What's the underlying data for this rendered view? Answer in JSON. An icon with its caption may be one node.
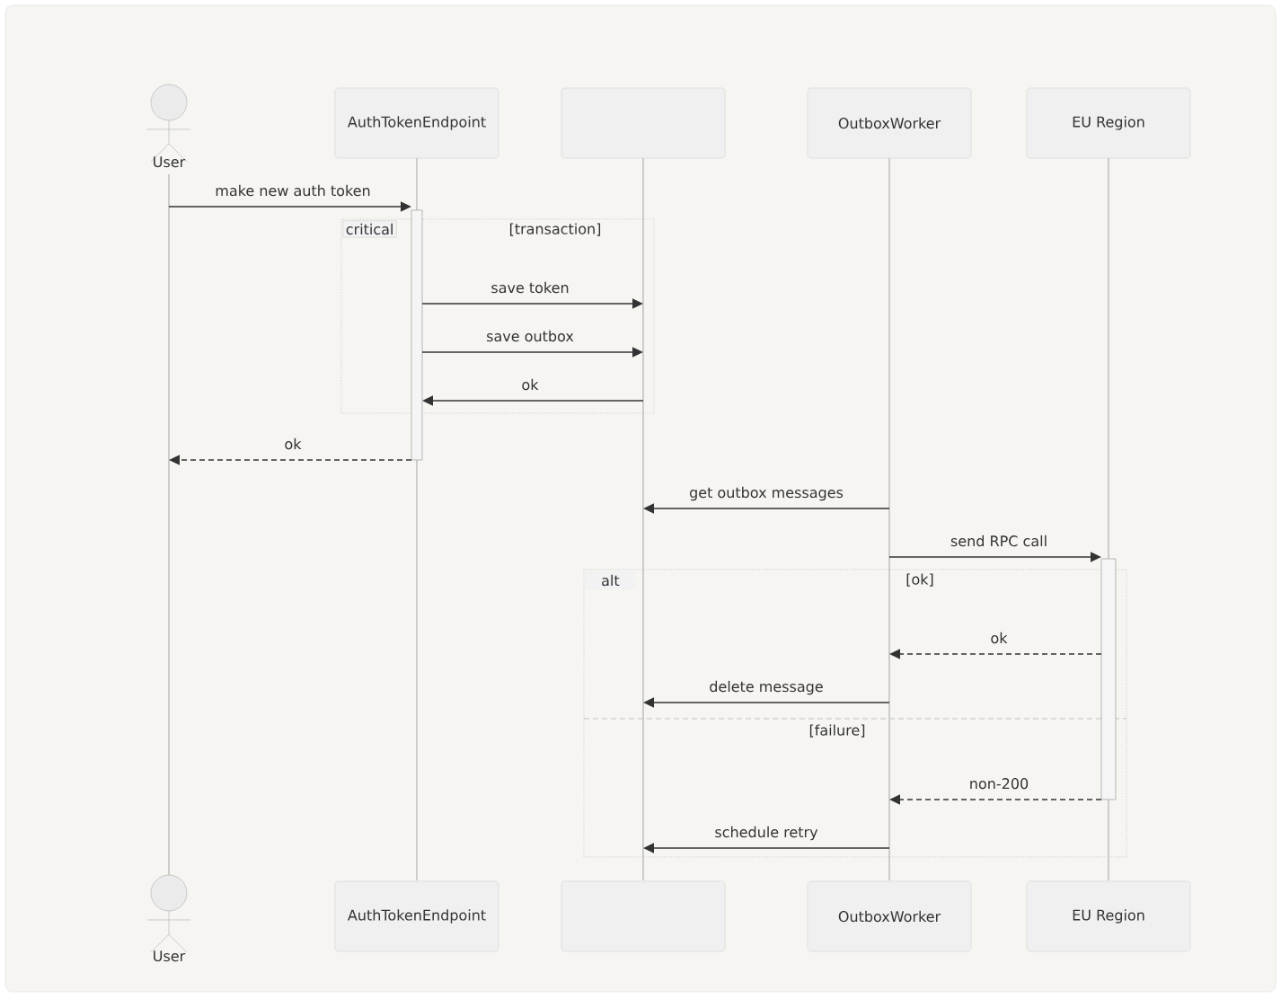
{
  "diagram": {
    "nodes": [
      {
        "text": [
          "User"
        ]
      },
      {
        "text": [
          "AuthTokenEndpoint"
        ]
      },
      {
        "text": [],
        "shape": "box"
      },
      {
        "text": [
          "OutboxWorker"
        ]
      },
      {
        "text": [
          "EU Region"
        ]
      },
      {
        "text": [],
        "shape": "bar"
      },
      {
        "text": [],
        "shape": "bar"
      },
      {
        "text": [],
        "shape": "bar"
      },
      {
        "text": [],
        "shape": "bar"
      },
      {
        "text": [],
        "shape": "bar"
      },
      {
        "text": [
          "User"
        ]
      },
      {
        "text": [
          "AuthTokenEndpoint"
        ]
      },
      {
        "text": [],
        "shape": "box"
      },
      {
        "text": [
          "OutboxWorker"
        ]
      },
      {
        "text": [
          "EU Region"
        ]
      }
    ],
    "edges": [
      {
        "from": 5,
        "to": 6,
        "arrow": "to",
        "label": "make new auth token"
      },
      {
        "from": 6,
        "to": 7,
        "arrow": "to",
        "label": "save token"
      },
      {
        "from": 6,
        "to": 7,
        "arrow": "to",
        "label": "save outbox"
      },
      {
        "from": 7,
        "to": 6,
        "arrow": "to",
        "label": "ok"
      },
      {
        "from": 6,
        "to": 5,
        "arrow": "to",
        "label": "ok",
        "style": "dashed"
      },
      {
        "from": 8,
        "to": 7,
        "arrow": "to",
        "label": "get outbox messages"
      },
      {
        "from": 8,
        "to": 9,
        "arrow": "to",
        "label": "send RPC call"
      },
      {
        "from": 9,
        "to": 8,
        "arrow": "to",
        "label": "ok",
        "style": "dashed"
      },
      {
        "from": 8,
        "to": 7,
        "arrow": "to",
        "label": "delete message"
      },
      {
        "from": 9,
        "to": 8,
        "arrow": "to",
        "label": "non-200",
        "style": "dashed"
      },
      {
        "from": 8,
        "to": 7,
        "arrow": "to",
        "label": "schedule retry"
      }
    ],
    "labels": [
      "critical",
      "[transaction]",
      "alt",
      "[ok]",
      "[failure]"
    ]
  }
}
